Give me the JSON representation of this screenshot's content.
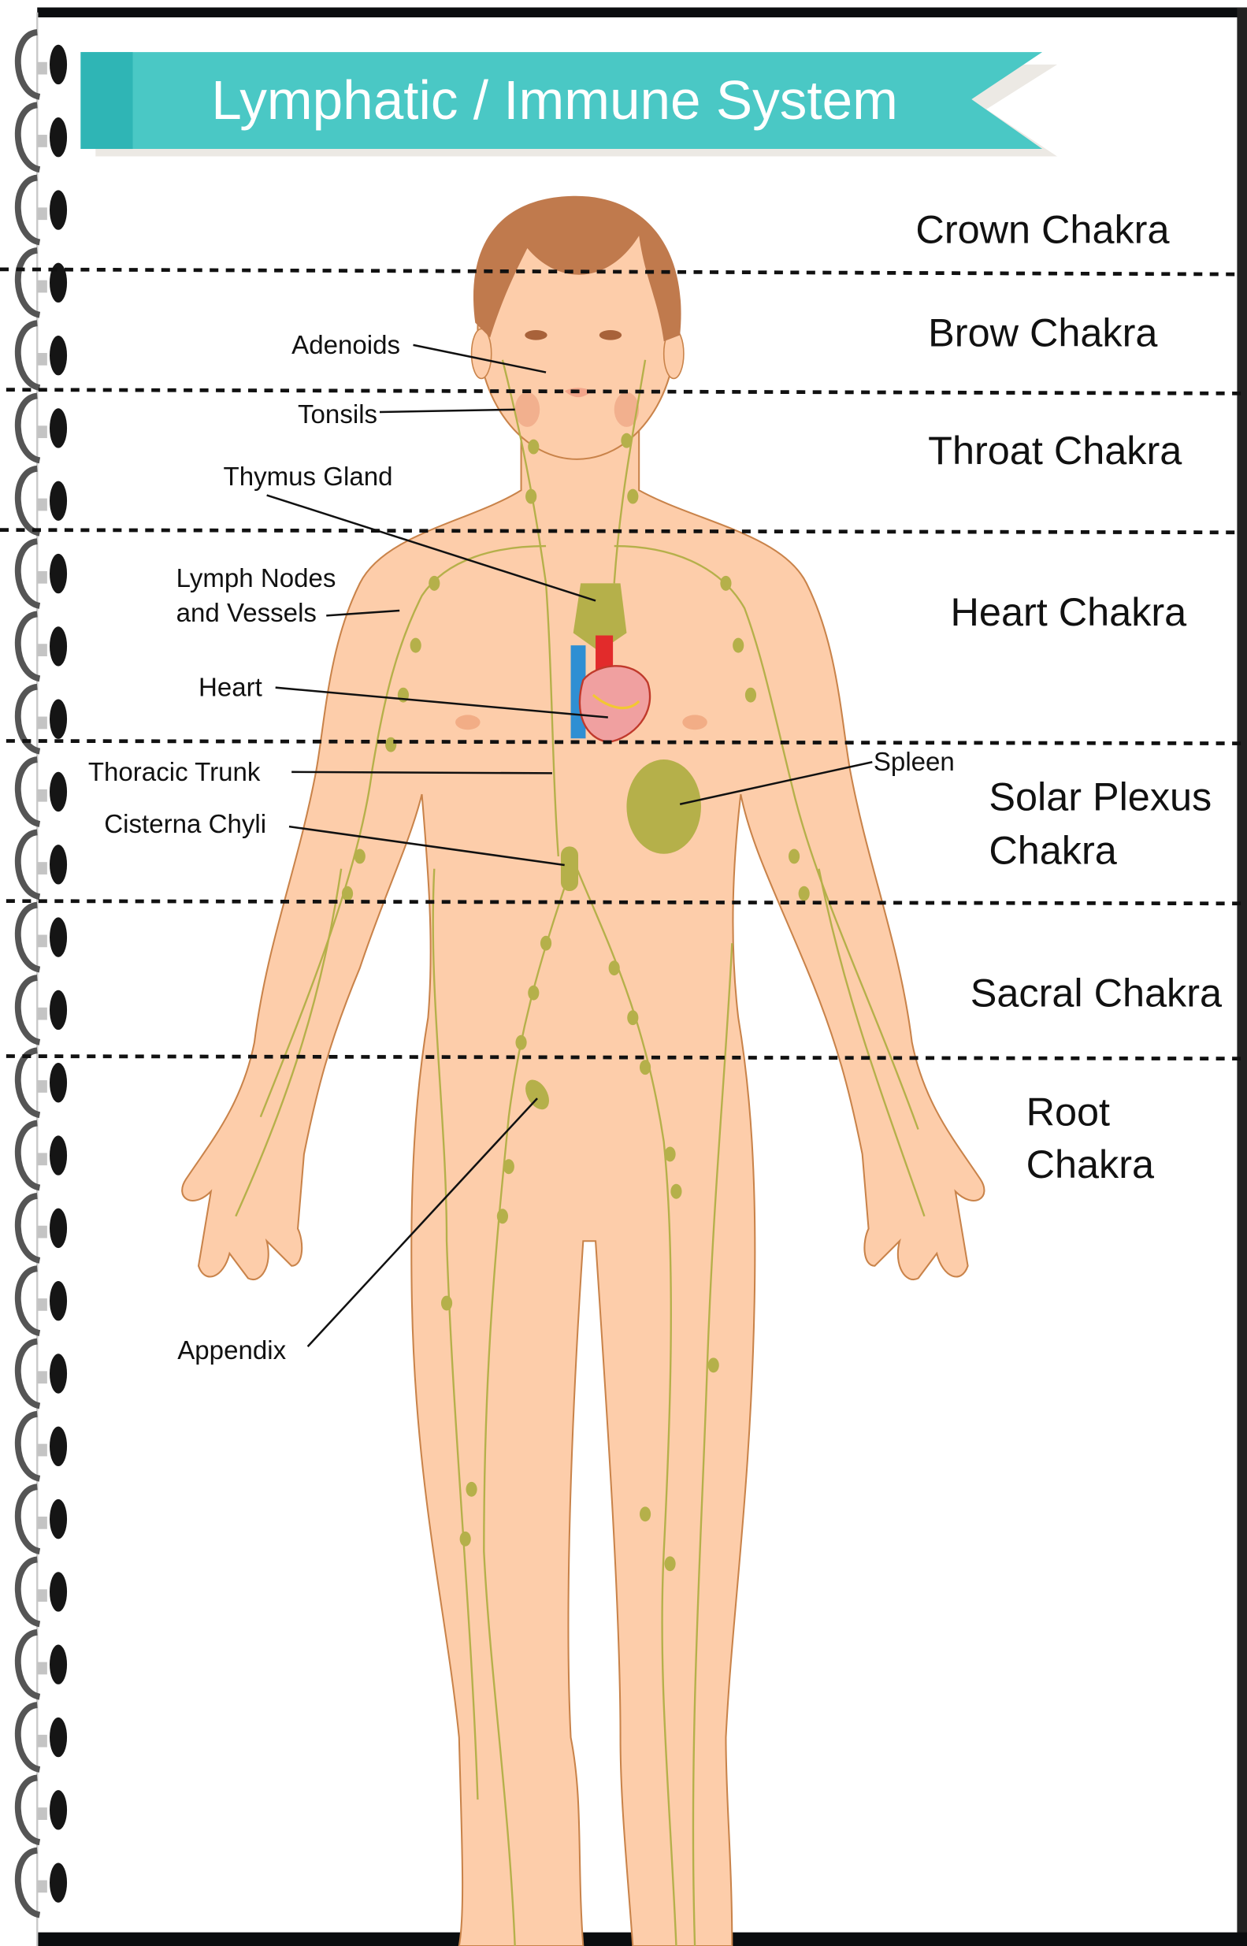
{
  "title": "Lymphatic / Immune System",
  "chakras": {
    "crown": "Crown Chakra",
    "brow": "Brow Chakra",
    "throat": "Throat Chakra",
    "heart": "Heart Chakra",
    "solar_1": "Solar Plexus",
    "solar_2": "Chakra",
    "sacral": "Sacral Chakra",
    "root_1": "Root",
    "root_2": "Chakra"
  },
  "labels": {
    "adenoids": "Adenoids",
    "tonsils": "Tonsils",
    "thymus": "Thymus Gland",
    "lymph_1": "Lymph Nodes",
    "lymph_2": "and Vessels",
    "heart": "Heart",
    "thoracic": "Thoracic Trunk",
    "cisterna": "Cisterna Chyli",
    "spleen": "Spleen",
    "appendix": "Appendix"
  },
  "colors": {
    "banner": "#4ac8c5",
    "banner_dark": "#2fb5b5",
    "skin": "#fdcdaa",
    "hair": "#c07a4d",
    "lymph": "#b5b04a"
  }
}
